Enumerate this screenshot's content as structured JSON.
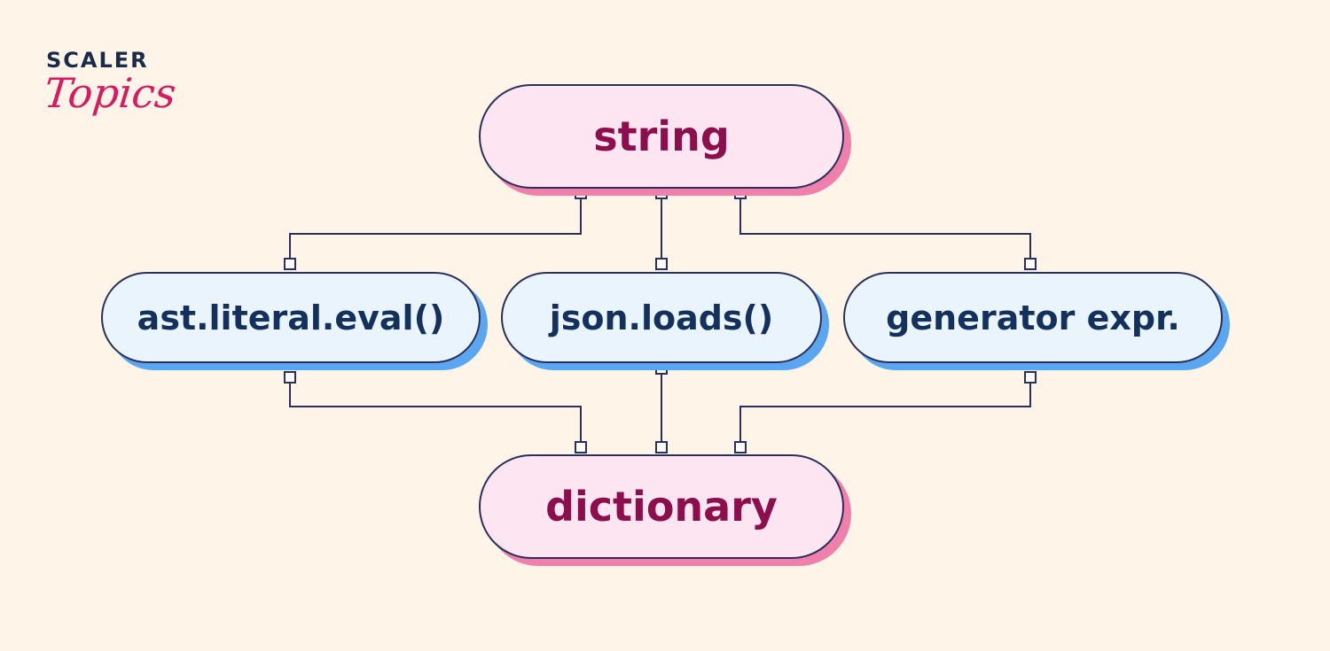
{
  "logo": {
    "line1": "SCALER",
    "line2": "Topics"
  },
  "nodes": {
    "source": "string",
    "methods": [
      "ast.literal.eval()",
      "json.loads()",
      "generator expr."
    ],
    "target": "dictionary"
  },
  "colors": {
    "background": "#fef4e8",
    "pink_fill": "#fde6f1",
    "pink_shadow": "#f07fab",
    "pink_text": "#8c0e4c",
    "blue_fill": "#e9f4fd",
    "blue_shadow": "#5aa6f0",
    "blue_text": "#14305c",
    "outline": "#2a2f5c",
    "logo_accent": "#d81b60"
  }
}
